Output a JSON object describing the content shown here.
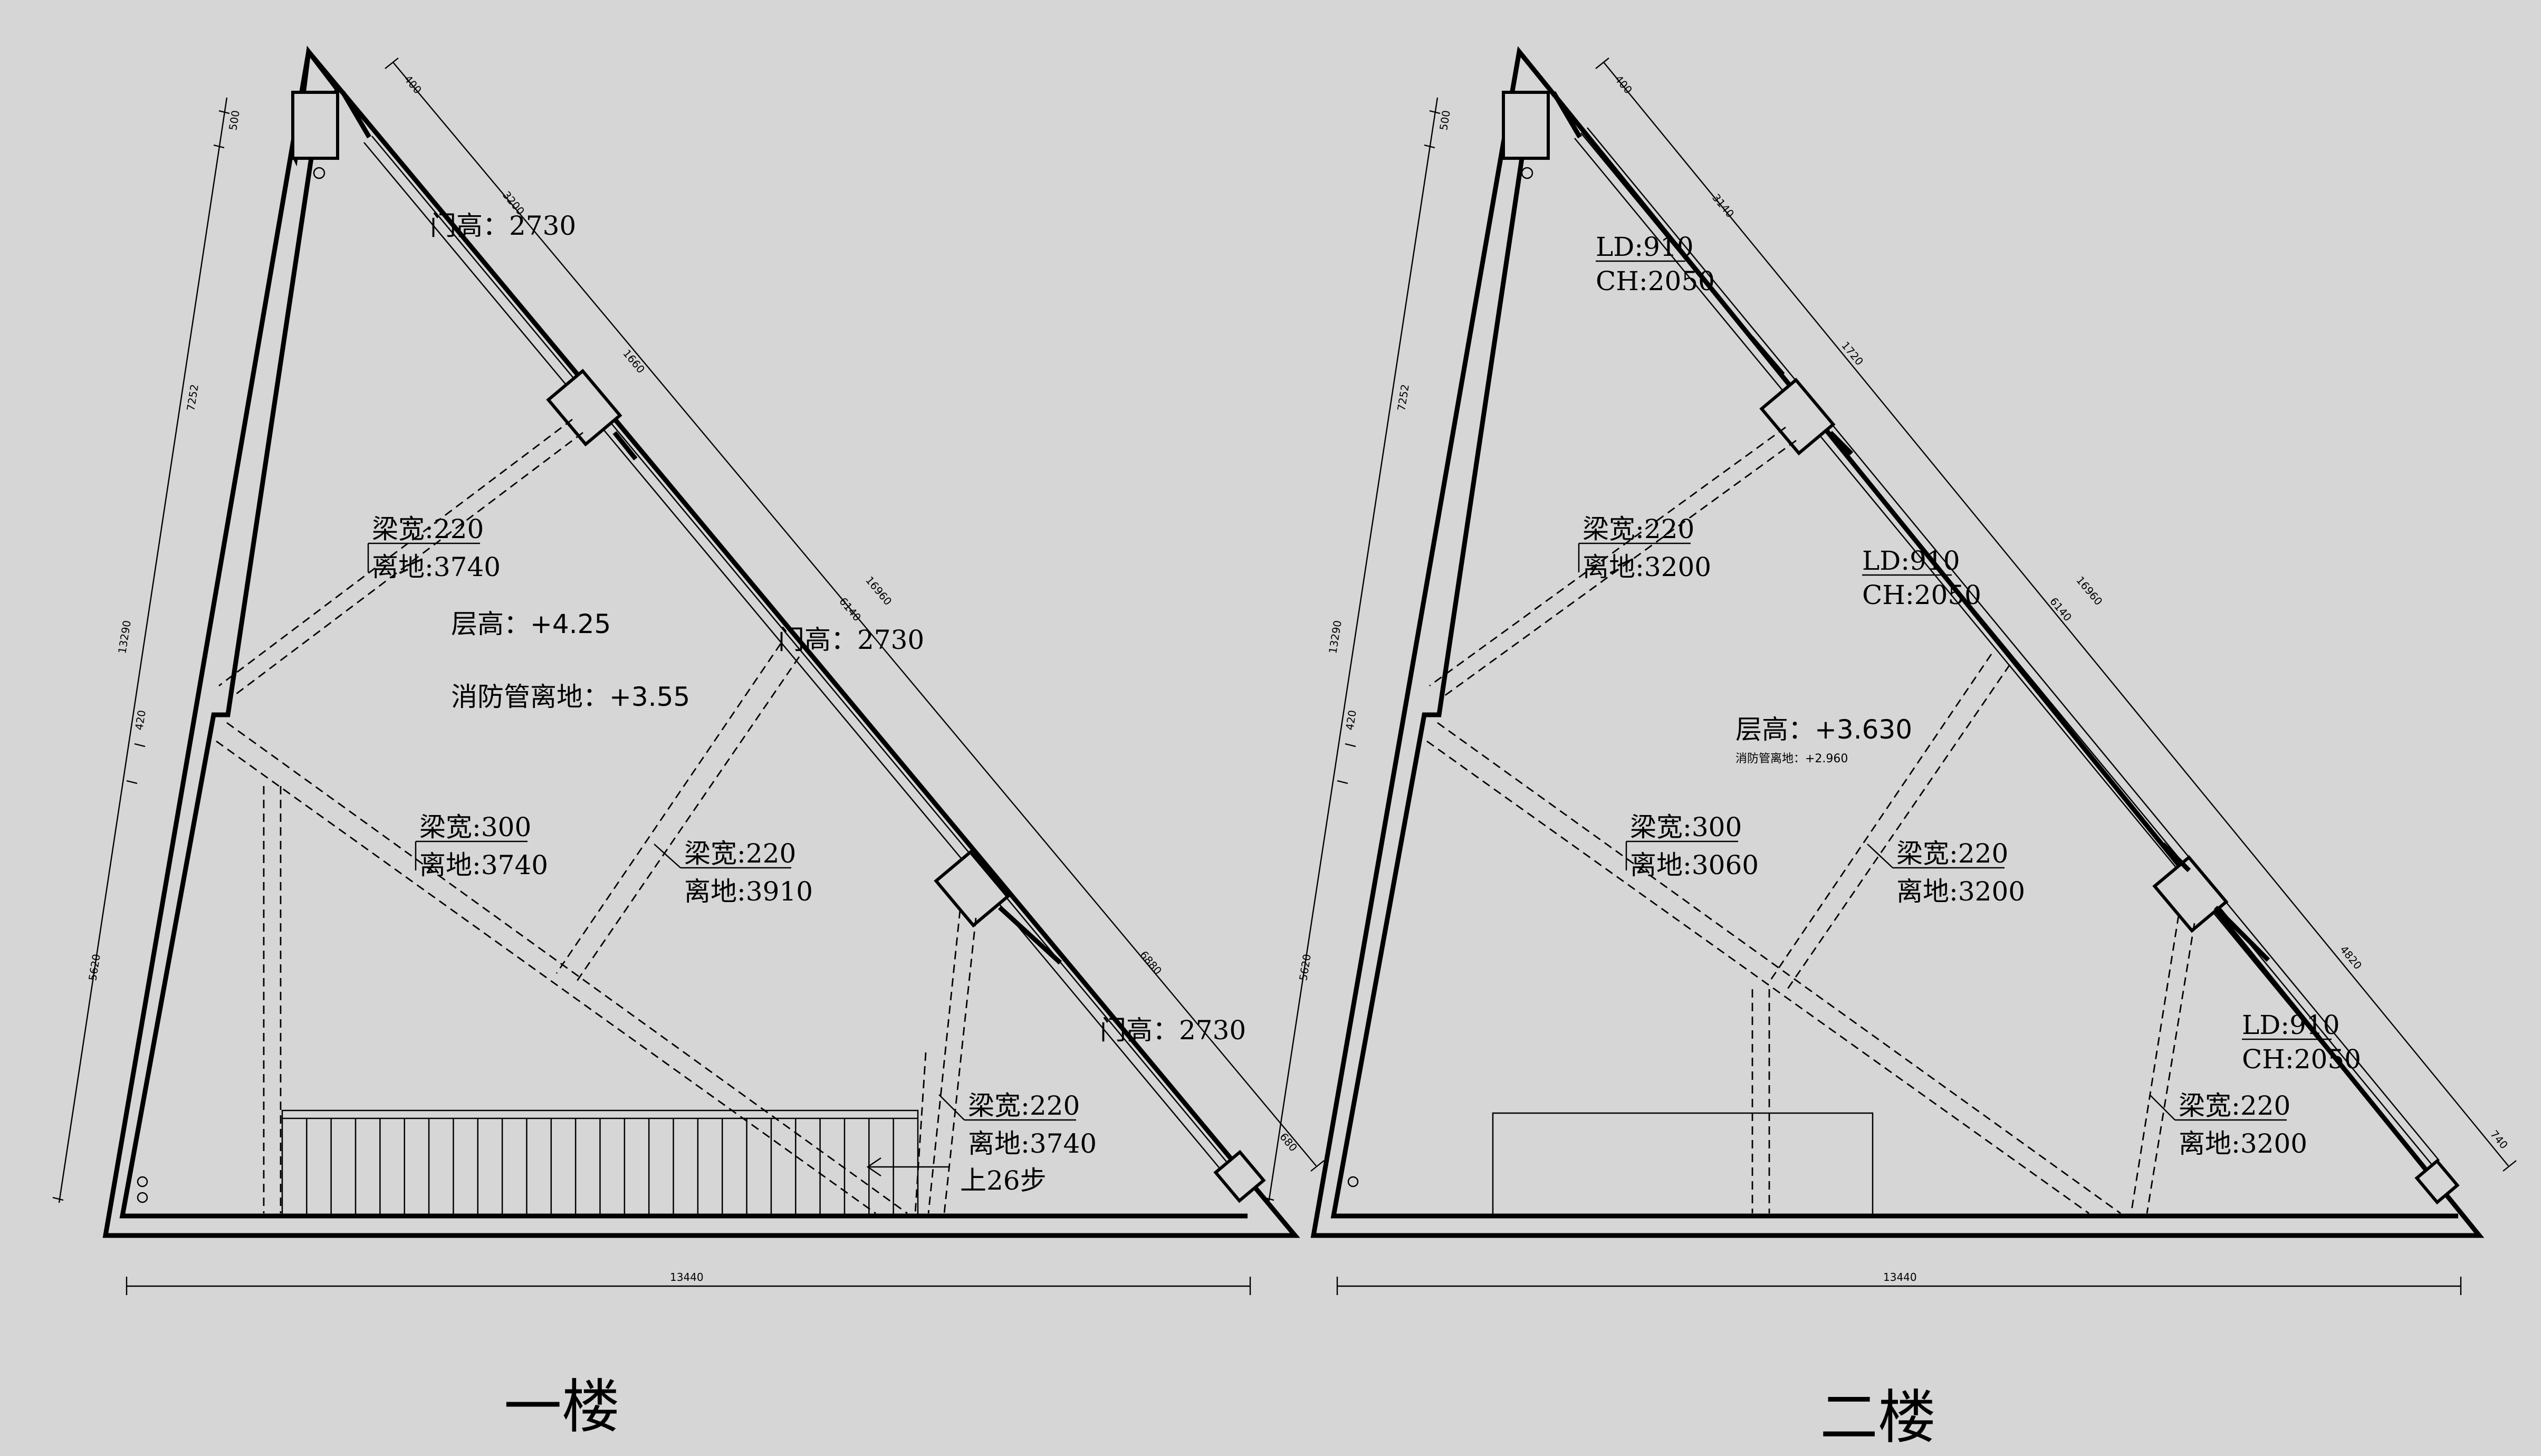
{
  "floors": [
    {
      "title": "一楼",
      "height_label": "层高：+4.25",
      "pipe_label": "消防管离地：+3.55",
      "door_labels": [
        "门高：2730",
        "门高：2730",
        "门高：2730"
      ],
      "beams": [
        {
          "width": "梁宽:220",
          "height": "离地:3740"
        },
        {
          "width": "梁宽:300",
          "height": "离地:3740"
        },
        {
          "width": "梁宽:220",
          "height": "离地:3910"
        },
        {
          "width": "梁宽:220",
          "height": "离地:3740"
        }
      ],
      "stair_label": "上26步",
      "dims_left": [
        "500",
        "7252",
        "13290",
        "420",
        "5620"
      ],
      "dims_right": [
        "400",
        "3200",
        "1660",
        "6140",
        "16960",
        "6880",
        "680"
      ],
      "dim_bottom": "13440"
    },
    {
      "title": "二楼",
      "height_label": "层高：+3.630",
      "pipe_label": "消防管离地：+2.960",
      "ld_ch": [
        {
          "ld": "LD:910",
          "ch": "CH:2050"
        },
        {
          "ld": "LD:910",
          "ch": "CH:2050"
        },
        {
          "ld": "LD:910",
          "ch": "CH:2050"
        }
      ],
      "beams": [
        {
          "width": "梁宽:220",
          "height": "离地:3200"
        },
        {
          "width": "梁宽:300",
          "height": "离地:3060"
        },
        {
          "width": "梁宽:220",
          "height": "离地:3200"
        },
        {
          "width": "梁宽:220",
          "height": "离地:3200"
        }
      ],
      "dims_left": [
        "500",
        "7252",
        "13290",
        "420",
        "5620"
      ],
      "dims_right": [
        "400",
        "3140",
        "1720",
        "6140",
        "16960",
        "4820",
        "740"
      ],
      "dim_bottom": "13440"
    }
  ]
}
